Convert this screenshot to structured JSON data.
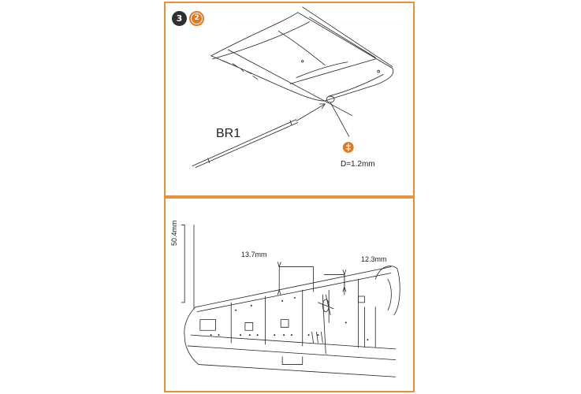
{
  "step": {
    "number": "3",
    "sub_ref": "2",
    "part_label": "BR1",
    "drill_label": "D=1.2mm"
  },
  "dimensions": {
    "dim1": "13.7mm",
    "dim2": "12.3mm",
    "dim3": "50.4mm"
  },
  "colors": {
    "frame": "#e8913a",
    "accent": "#e07a1f",
    "line": "#222222"
  }
}
